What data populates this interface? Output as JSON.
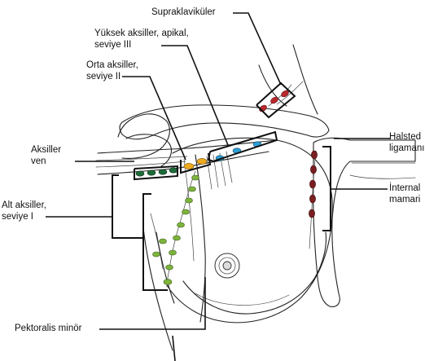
{
  "labels": {
    "supraklavikuler": "Supraklaviküler",
    "yuksek_aksiller": "Yüksek aksiller, apikal,\nseviye III",
    "orta_aksiller": "Orta aksiller,\nseviye II",
    "aksiller_ven": "Aksiller\nven",
    "alt_aksiller": "Alt aksiller,\nseviye I",
    "halsted": "Halsted\nligamanı",
    "internal_mamari": "İnternal\nmamari",
    "pektoralis_minor": "Pektoralis minör"
  },
  "colors": {
    "supraclavicular_node": "#b8282c",
    "internal_mammary_node": "#7a1e22",
    "level3_node": "#2e9fd6",
    "level2_node": "#eeaa1f",
    "vein_node": "#1d6b3a",
    "level1_node": "#7db43c",
    "line": "#222222"
  }
}
